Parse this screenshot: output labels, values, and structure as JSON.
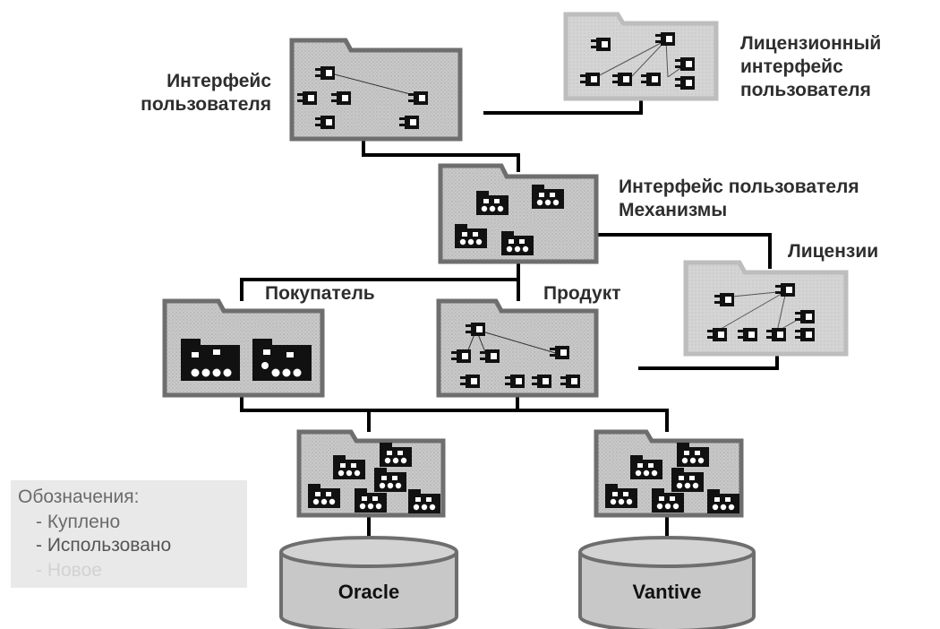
{
  "labels": {
    "user_interface": [
      "Интерфейс",
      "пользователя"
    ],
    "license_user_interface": [
      "Лицензионный",
      "интерфейс",
      "пользователя"
    ],
    "ui_mechanisms": [
      "Интерфейс пользователя",
      "Механизмы"
    ],
    "licenses": "Лицензии",
    "buyer": "Покупатель",
    "product": "Продукт"
  },
  "databases": {
    "oracle": "Oracle",
    "vantive": "Vantive"
  },
  "legend": {
    "title": "Обозначения:",
    "items": [
      "- Куплено",
      "- Использовано",
      "- Новое"
    ]
  },
  "colors": {
    "package_fill": "#c4c4c4",
    "package_border": "#6e6e6e",
    "connector": "#000000",
    "database_fill": "#c8c8c8",
    "legend_bg": "#e9e9e9",
    "label_text": "#2e2e2e"
  }
}
